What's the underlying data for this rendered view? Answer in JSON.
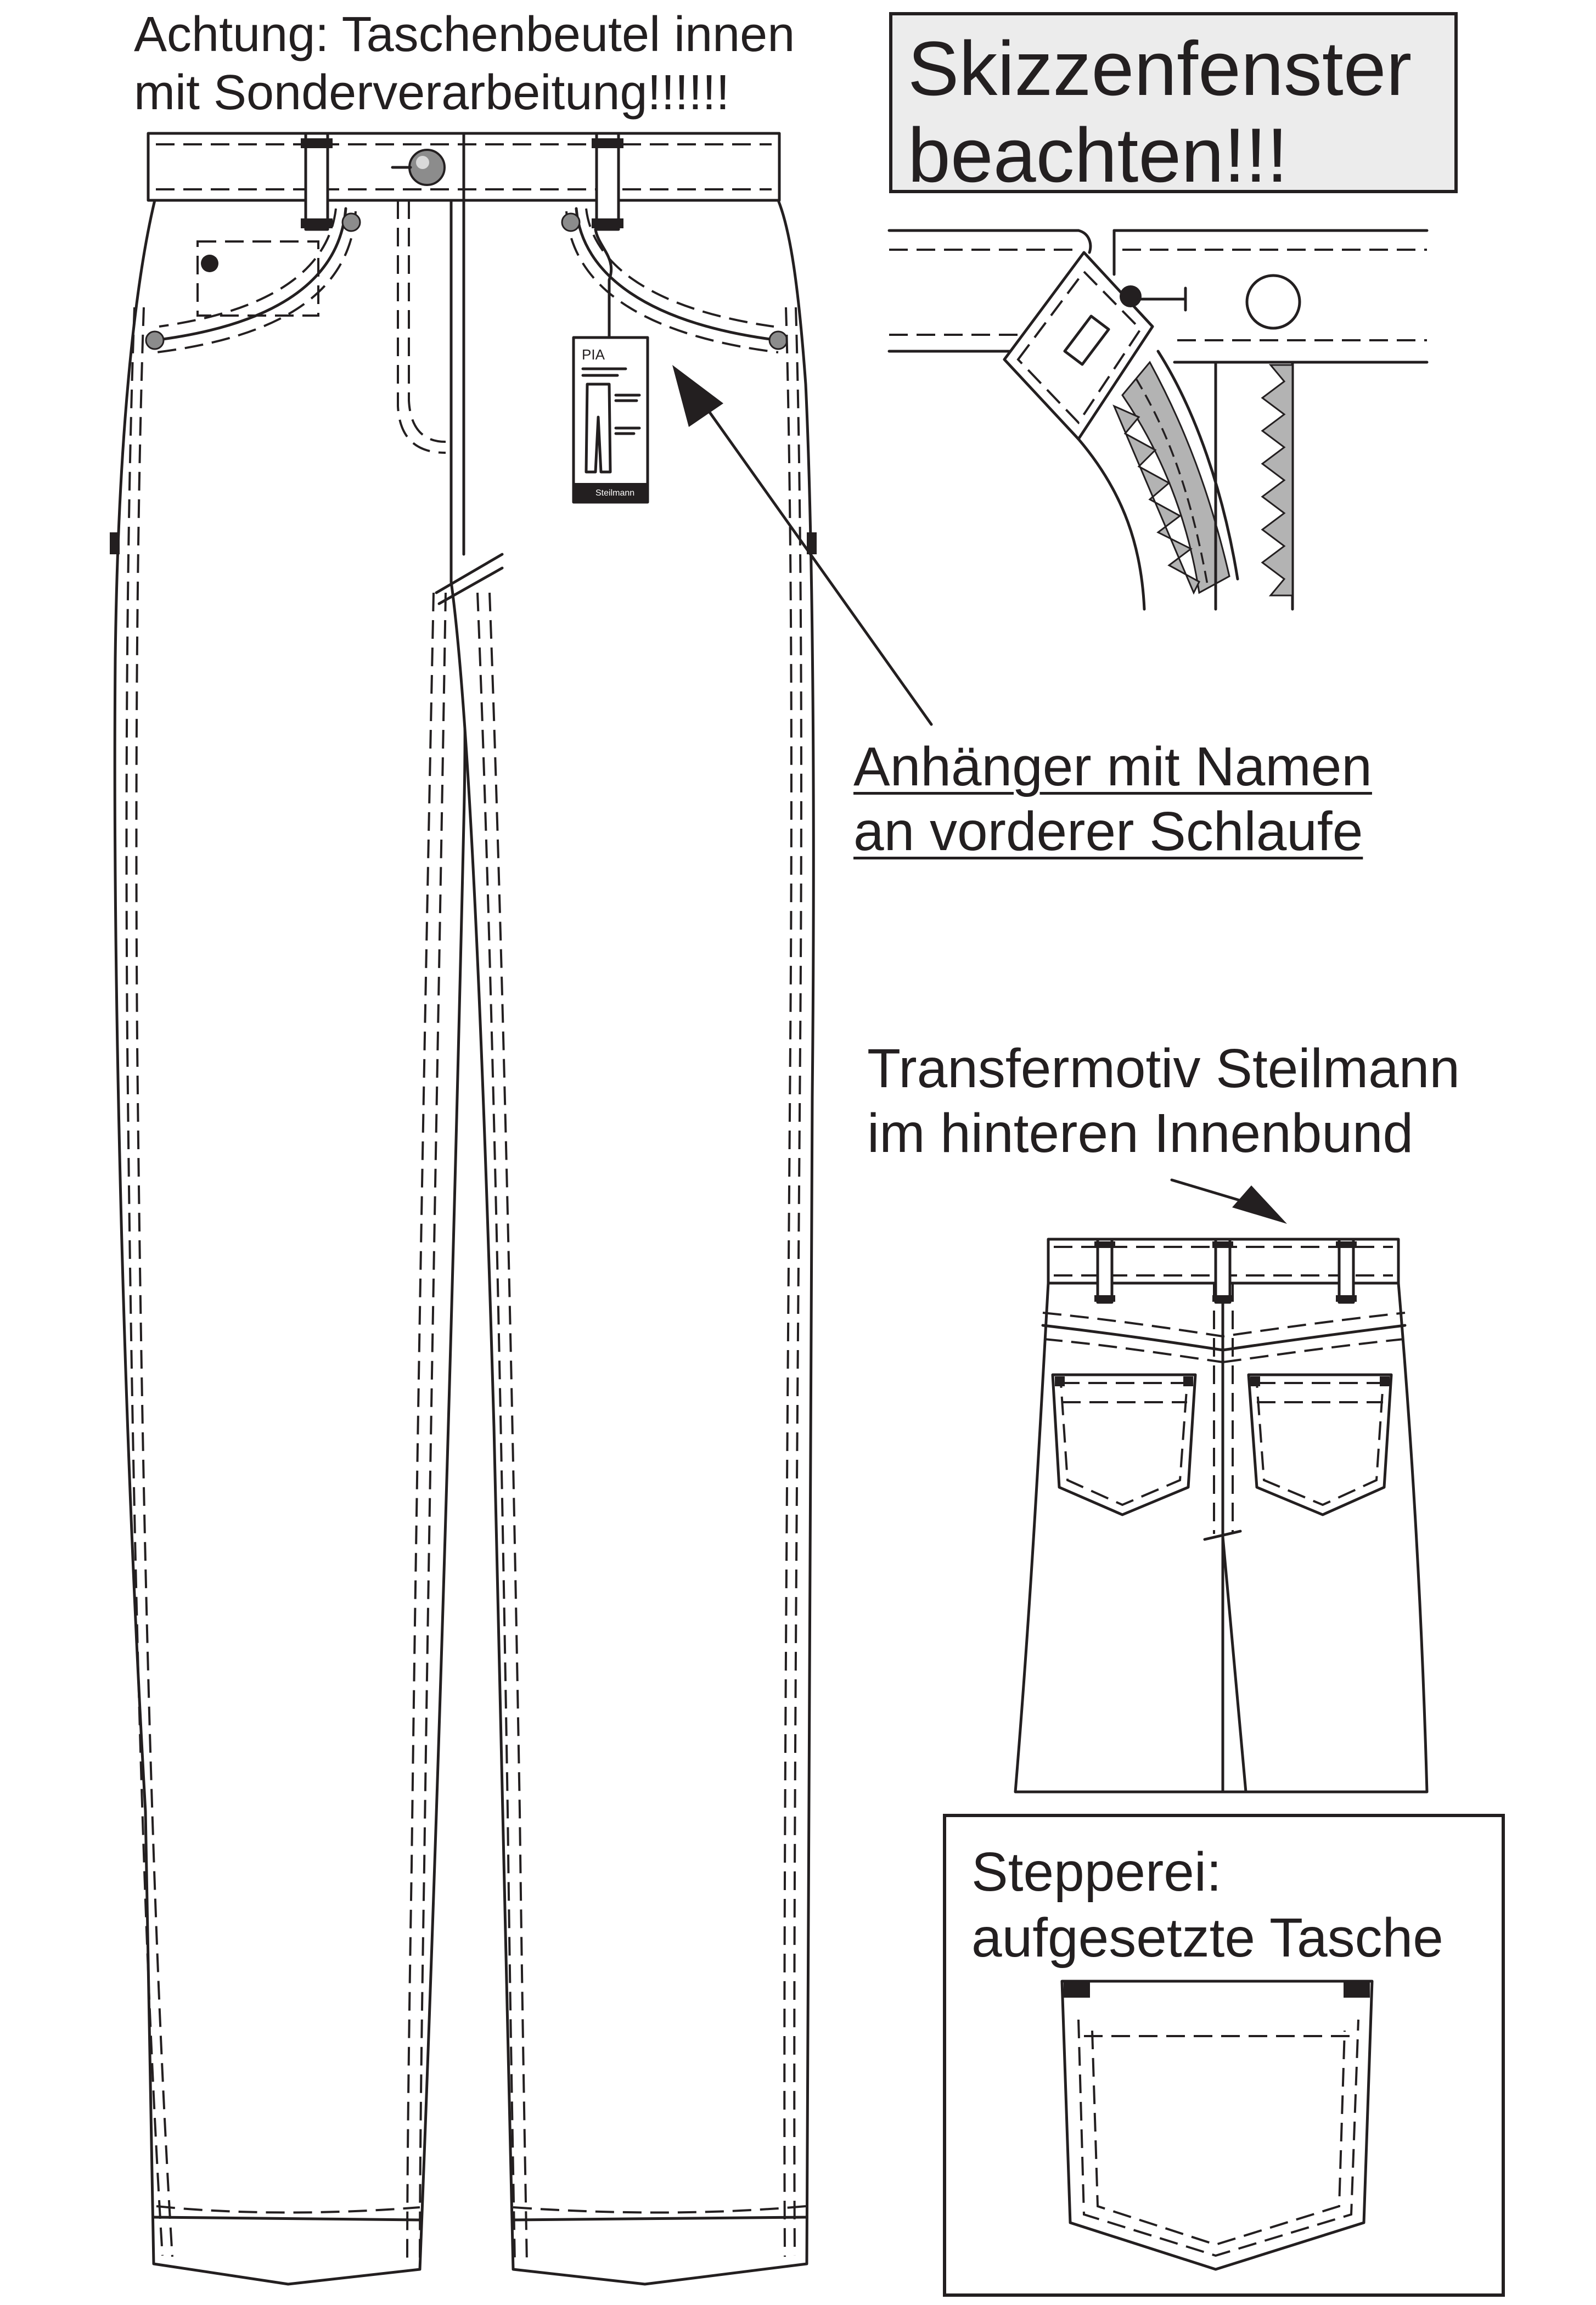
{
  "notes": {
    "warning_line1": "Achtung: Taschenbeutel innen",
    "warning_line2": "mit Sonderverarbeitung!!!!!!",
    "window_line1": "Skizzenfenster",
    "window_line2": "beachten!!!",
    "tag_line1": "Anhänger mit Namen ",
    "tag_line2": "an vorderer Schlaufe",
    "transfer_line1": "Transfermotiv Steilmann",
    "transfer_line2": "im hinteren Innenbund",
    "stitch_line1": "Stepperei:",
    "stitch_line2": "aufgesetzte Tasche"
  },
  "hang_tag": {
    "name": "PIA",
    "brand": "Steilmann"
  },
  "colors": {
    "ink": "#231f20",
    "panel": "#ececec",
    "gray_fill": "#b3b3b3",
    "background": "#ffffff"
  }
}
